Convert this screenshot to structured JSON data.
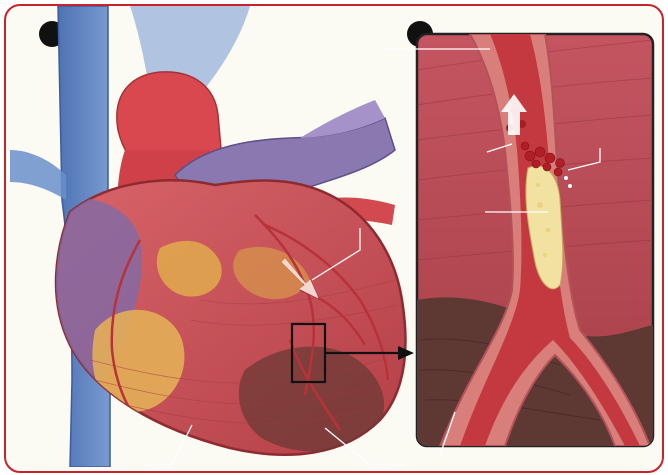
{
  "figure": {
    "panel_a_label": "",
    "panel_b_label": ""
  },
  "colors": {
    "frame_border": "#c8232c",
    "background": "#fbfaf3",
    "vein_blue": "#5f86c4",
    "aorta_red": "#d9484f",
    "heart_muscle": "#c74c52",
    "fat": "#e0a64e",
    "damaged_tissue": "#6b3a35",
    "plaque": "#f1e2a2",
    "inset_bg": "#b8474e"
  },
  "leader_lines": [
    {
      "name": "leader-aorta-inset"
    },
    {
      "name": "leader-blood-flow"
    },
    {
      "name": "leader-clot"
    },
    {
      "name": "leader-plaque"
    },
    {
      "name": "leader-coronary-artery"
    },
    {
      "name": "leader-heart-muscle"
    },
    {
      "name": "leader-damaged-muscle"
    },
    {
      "name": "leader-dead-tissue-inset"
    }
  ]
}
